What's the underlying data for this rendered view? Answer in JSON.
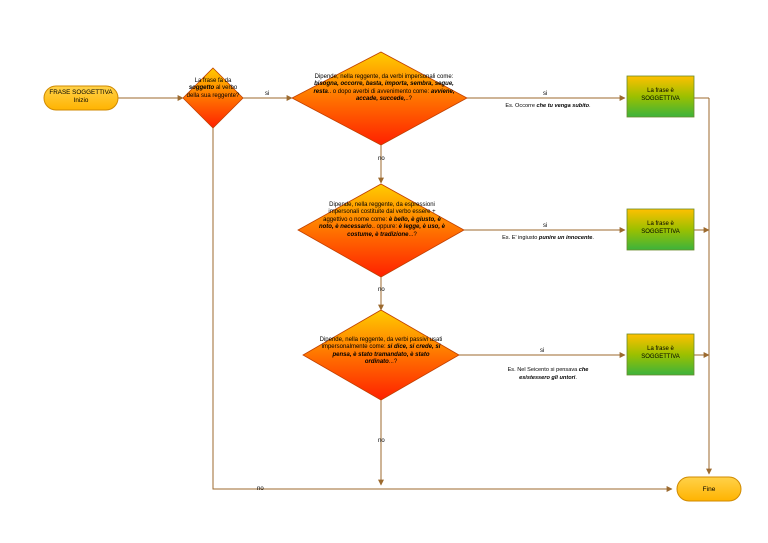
{
  "start": {
    "line1": "FRASE SOGGETTIVA",
    "line2": "Inizio"
  },
  "d0": {
    "pre": "La frase fa da ",
    "kw": "soggetto",
    "post": " al verbo della sua reggente?"
  },
  "d1": {
    "pre": "Dipende, nella reggente, da verbi impersonali come: ",
    "kw1": "bisogna, occorre, basta, importa, sembra, segue, resta",
    "mid": ".. o dopo averbi di avvenimento come: ",
    "kw2": "avviene, accade, succede,",
    "post": "..?"
  },
  "d2": {
    "pre": "Dipende, nella reggente, da espressioni impersonali costituite dal verbo essere + aggettivo o nome come: ",
    "kw1": "è bello, è giusto, è noto, è necessario",
    "mid": ".. oppure: ",
    "kw2": "è legge, è uso, è costume, è tradizione",
    "post": "...?"
  },
  "d3": {
    "pre": "Dipende, nella reggente, da verbi passivi usati impersonalmente come: ",
    "kw1": "si dice, si crede, si pensa, è stato tramandato, è stato ordinato",
    "post": "...?"
  },
  "r1": {
    "line1": "La frase è",
    "line2": "SOGGETTIVA"
  },
  "r2": {
    "line1": "La frase è",
    "line2": "SOGGETTIVA"
  },
  "r3": {
    "line1": "La frase è",
    "line2": "SOGGETTIVA"
  },
  "ex1": {
    "pre": "Es. Occorre ",
    "kw": "che tu venga subito",
    "post": "."
  },
  "ex2": {
    "pre": "Es. E' ingiusto ",
    "kw": "punire un innocente",
    "post": "."
  },
  "ex3": {
    "pre": "Es. Nel Seicento si pensava ",
    "kw": "che esistessero gli untori",
    "post": "."
  },
  "labels": {
    "si": "si",
    "no": "no"
  },
  "end": {
    "label": "Fine"
  },
  "colors": {
    "connector": "#9c6a2e",
    "terminal_fill": "#ffc000",
    "terminal_stroke": "#d08a00",
    "decision_top": "#ffcc00",
    "decision_bottom": "#ff2000",
    "result_top": "#ffc000",
    "result_bottom": "#3cb33c"
  }
}
